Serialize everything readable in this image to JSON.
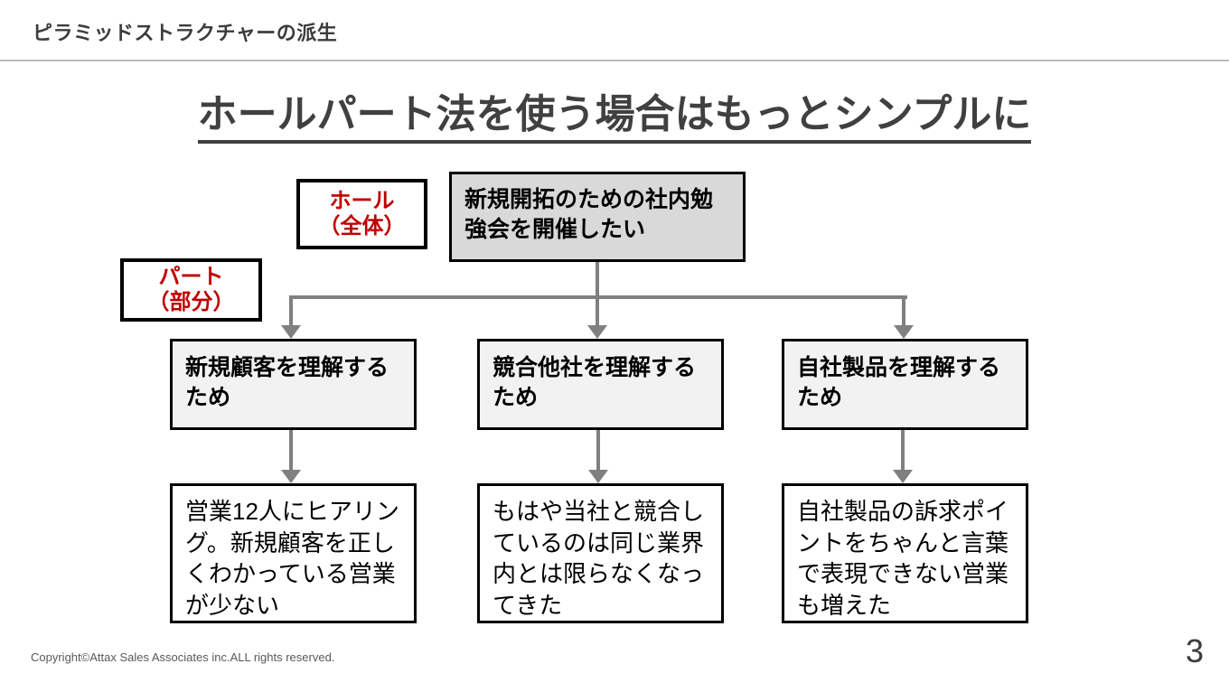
{
  "header": {
    "title": "ピラミッドストラクチャーの派生"
  },
  "slide": {
    "title": "ホールパート法を使う場合はもっとシンプルに"
  },
  "labels": {
    "whole": "ホール\n（全体）",
    "part": "パート\n（部分）"
  },
  "diagram": {
    "top_box": "新規開拓のための社内勉強会を開催したい",
    "mid_boxes": [
      "新規顧客を理解するため",
      "競合他社を理解するため",
      "自社製品を理解するため"
    ],
    "bottom_boxes": [
      "営業12人にヒアリング。新規顧客を正しくわかっている営業が少ない",
      "もはや当社と競合しているのは同じ業界内とは限らなくなってきた",
      "自社製品の訴求ポイントをちゃんと言葉で表現できない営業も増えた"
    ]
  },
  "footer": {
    "copyright": "Copyright©Attax Sales Associates inc.ALL rights reserved.",
    "page_number": "3"
  },
  "colors": {
    "accent_red": "#c00000",
    "box_border": "#000000",
    "top_box_fill": "#d9d9d9",
    "mid_box_fill": "#f2f2f2",
    "bottom_box_fill": "#ffffff",
    "connector": "#808080",
    "text_dark": "#404040",
    "rule": "#b9b9b9"
  }
}
